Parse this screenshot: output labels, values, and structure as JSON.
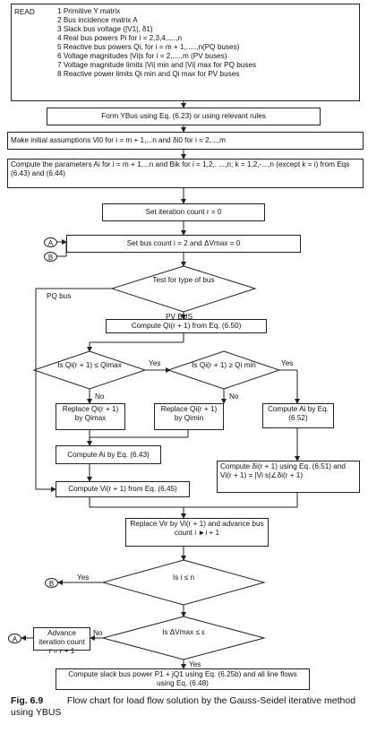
{
  "read": {
    "label": "READ",
    "items": [
      "1 Primitive Y matrix",
      "2 Bus incidence matrix A",
      "3 Slack bus voltage (|V1|, δ1)",
      "4 Real bus powers Pi for i = 2,3,4,....,n",
      "5 Reactive bus powers Qi, for i = m + 1,.....,n(PQ buses)",
      "6 Voltage magnitudes |Vi|s for i = 2,....,m (PV buses)",
      "7 Voltage magnitude limits |Vi| min and |Vi| max for PQ buses",
      "8 Reactive power limits Qi min and Qi max for PV buses"
    ]
  },
  "steps": {
    "form_ybus": "Form YBus using Eq. (6.23) or using relevant rules",
    "initial": "Make initial assumptions Vi0 for i = m + 1,...n and δi0 for i = 2,...,m",
    "params": "Compute the parameters Ai for i = m + 1,...n and Bik for i = 1,2,. ...,n; k = 1,2,-...,n (except k = i) from Eqs (6.43) and (6.44)",
    "iter_count": "Set iteration count r = 0",
    "bus_count": "Set bus count i = 2 and ΔVmax = 0",
    "test_type": "Test for type of bus",
    "compute_q": "Compute Qi(r + 1) from Eq. (6.50)",
    "replace_qmax": "Replace Qi(r + 1) by Qimax",
    "replace_qmin": "Replace Qi(r + 1) by Qimin",
    "compute_ai_652": "Compute Ai by Eq. (6.52)",
    "compute_ai_643": "Compute Ai by Eq. (6.43)",
    "compute_delta": "Compute δi(r + 1) using Eq. (6.51) and Vi(r + 1) = |Vi s|∠δi(r + 1)",
    "compute_v": "Compute Vi(r + 1) from Eq. (6.45)",
    "replace_v": "Replace Vir by Vi(r + 1) and advance bus count i ►i + 1",
    "advance_iter": "Advance iteration count r = r + 1",
    "final": "Compute slack bus power P1 + jQ1 using Eq. (6.25b) and all line flows using Eq. (6.48)"
  },
  "decisions": {
    "qmax": "Is Qi(r + 1) ≤ Qimax",
    "qmin": "Is Qi(r + 1) ≥ Qi min",
    "i_le_n": "Is i ≤ n",
    "dv": "Is ΔVmax ≤ ε"
  },
  "labels": {
    "pq_bus": "PQ bus",
    "pv_bus": "PV BUS",
    "yes": "Yes",
    "no": "No",
    "conn_a": "A",
    "conn_b": "B"
  },
  "caption": {
    "fig": "Fig. 6.9",
    "text": "Flow chart for load flow solution by the Gauss-Seidel iterative method using YBUS"
  }
}
